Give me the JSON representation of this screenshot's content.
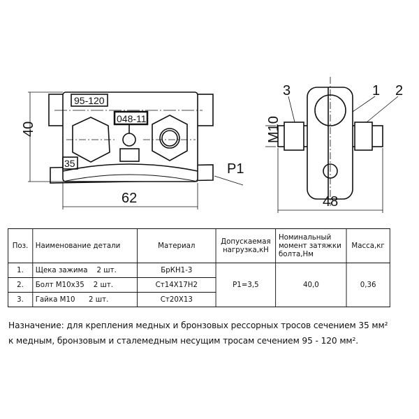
{
  "drawing": {
    "front_view": {
      "label_top": "95-120",
      "label_center": "048-11",
      "label_bottom": "35",
      "dim_height": "40",
      "dim_width": "62",
      "force": "P1"
    },
    "side_view": {
      "thread": "M10",
      "dim_width": "48",
      "callouts": [
        "3",
        "1",
        "2"
      ]
    }
  },
  "table": {
    "headers": [
      "Поз.",
      "Наименование детали",
      "Материал",
      "Допускаемая нагрузка,кН",
      "Номинальный момент затяжки болта,Нм",
      "Масса,кг"
    ],
    "rows": [
      {
        "pos": "1.",
        "name": "Щека зажима    2 шт.",
        "material": "БрКН1-3"
      },
      {
        "pos": "2.",
        "name": "Болт М10х35    2 шт.",
        "material": "Ст14Х17Н2"
      },
      {
        "pos": "3.",
        "name": "Гайка М10      2 шт.",
        "material": "Ст20Х13"
      }
    ],
    "load": "P1=3,5",
    "torque": "40,0",
    "mass": "0,36"
  },
  "note": {
    "line1": "Назначение: для крепления медных и бронзовых рессорных тросов сечением 35 мм²",
    "line2": "к медным, бронзовым и сталемедным несущим тросам сечением 95 - 120 мм²."
  }
}
